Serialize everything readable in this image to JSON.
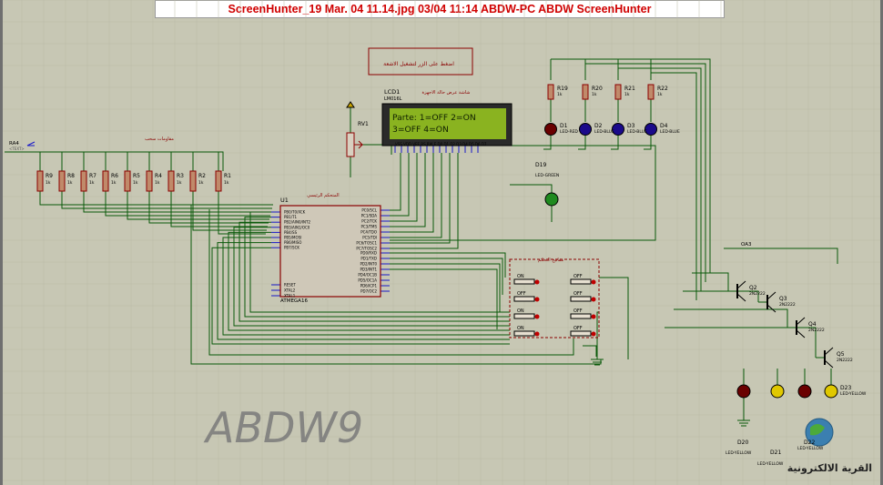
{
  "capture_title": "ScreenHunter_19 Mar. 04 11.14.jpg  03/04  11:14  ABDW-PC  ABDW  ScreenHunter",
  "schematic": {
    "note_box_text": "اضغط على الزر لتشغيل الاشعة",
    "lcd_caption": "شاشة عرض حالة الاجهزة",
    "lcd": {
      "ref": "LCD1",
      "part": "LM016L",
      "line1": "Parte: 1=OFF   2=ON",
      "line2": "       3=OFF   4=ON",
      "pin_label": "VSS VDD VEE  RS RW E  D0 D1 D2 D3 D4 D5 D6 D7"
    },
    "rv1": {
      "ref": "RV1",
      "val": "1k"
    },
    "ra_label": "RA4",
    "resistor_caption": "مقاومات سحب",
    "resistors": [
      {
        "ref": "R9",
        "val": "1k"
      },
      {
        "ref": "R8",
        "val": "1k"
      },
      {
        "ref": "R7",
        "val": "1k"
      },
      {
        "ref": "R6",
        "val": "1k"
      },
      {
        "ref": "R5",
        "val": "1k"
      },
      {
        "ref": "R4",
        "val": "1k"
      },
      {
        "ref": "R3",
        "val": "1k"
      },
      {
        "ref": "R2",
        "val": "1k"
      },
      {
        "ref": "R1",
        "val": "1k"
      }
    ],
    "top_resistors": [
      {
        "ref": "R19",
        "val": "1k"
      },
      {
        "ref": "R20",
        "val": "1k"
      },
      {
        "ref": "R21",
        "val": "1k"
      },
      {
        "ref": "R22",
        "val": "1k"
      }
    ],
    "top_leds": [
      {
        "ref": "D1",
        "val": "LED-RED"
      },
      {
        "ref": "D2",
        "val": "LED-BLUE"
      },
      {
        "ref": "D3",
        "val": "LED-BLUE"
      },
      {
        "ref": "D4",
        "val": "LED-BLUE"
      }
    ],
    "green_led": {
      "ref": "D19",
      "val": "LED-GREEN"
    },
    "mcu": {
      "ref": "U1",
      "caption": "المتحكم الرئيسي",
      "part": "ATMEGA16",
      "left_pins": [
        "PB0/T0/XCK",
        "PB1/T1",
        "PB2/AIN0/INT2",
        "PB3/AIN1/OC0",
        "PB4/SS",
        "PB5/MOSI",
        "PB6/MISO",
        "PB7/SCK",
        "RESET",
        "XTAL2",
        "XTAL1"
      ],
      "right_pins": [
        "PC0/SCL",
        "PC1/SDA",
        "PC2/TCK",
        "PC3/TMS",
        "PC4/TDO",
        "PC5/TDI",
        "PC6/TOSC1",
        "PC7/TOSC2",
        "PD0/RXD",
        "PD1/TXD",
        "PD2/INT0",
        "PD3/INT1",
        "PD4/OC1B",
        "PD5/OC1A",
        "PD6/ICP1",
        "PD7/OC2"
      ]
    },
    "switch_caption": "مفاتيح التحكم",
    "switches_left": [
      "ON",
      "OFF",
      "ON",
      "ON"
    ],
    "switches_right": [
      "OFF",
      "OFF",
      "OFF",
      "OFF"
    ],
    "oa_label": "OA3",
    "transistors": [
      {
        "ref": "Q2",
        "val": "2N2222"
      },
      {
        "ref": "Q3",
        "val": "2N2222"
      },
      {
        "ref": "Q4",
        "val": "2N2222"
      },
      {
        "ref": "Q5",
        "val": "2N2222"
      }
    ],
    "bottom_leds": [
      {
        "ref": "D20",
        "val": "LED-YELLOW"
      },
      {
        "ref": "D21",
        "val": "LED-YELLOW"
      },
      {
        "ref": "D22",
        "val": "LED-YELLOW"
      },
      {
        "ref": "D23",
        "val": "LED-YELLOW"
      }
    ],
    "watermark": "ABDW9",
    "logo_text": "القرية الالكترونية",
    "text_tag": "<TEXT>"
  },
  "colors": {
    "bg": "#c7c7b4",
    "wire": "#0a5a0a",
    "part": "#8b0000",
    "lcd": "#8ab320",
    "title": "#d00000",
    "pin": "#1a1ac8"
  }
}
